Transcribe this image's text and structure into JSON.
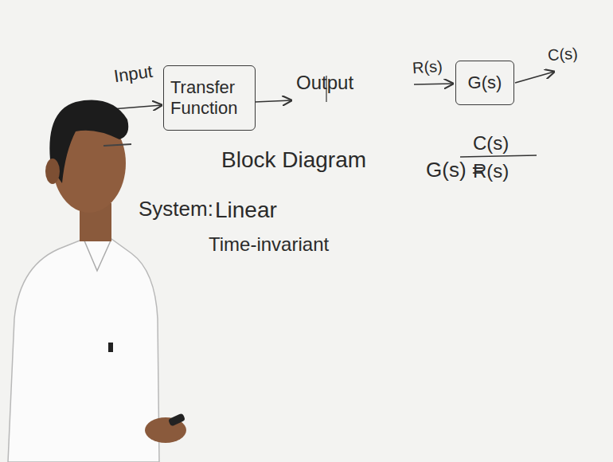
{
  "diagram": {
    "nodes": [
      {
        "text": [
          "Transfer Function"
        ]
      },
      {
        "text": [
          "G(s)"
        ]
      }
    ],
    "labels": [
      "Input",
      "Output",
      "Block Diagram",
      "R(s)",
      "C(s)",
      "G(s) =",
      "C(s)",
      "R(s)",
      "System:",
      "Linear",
      "Time-invariant"
    ]
  }
}
